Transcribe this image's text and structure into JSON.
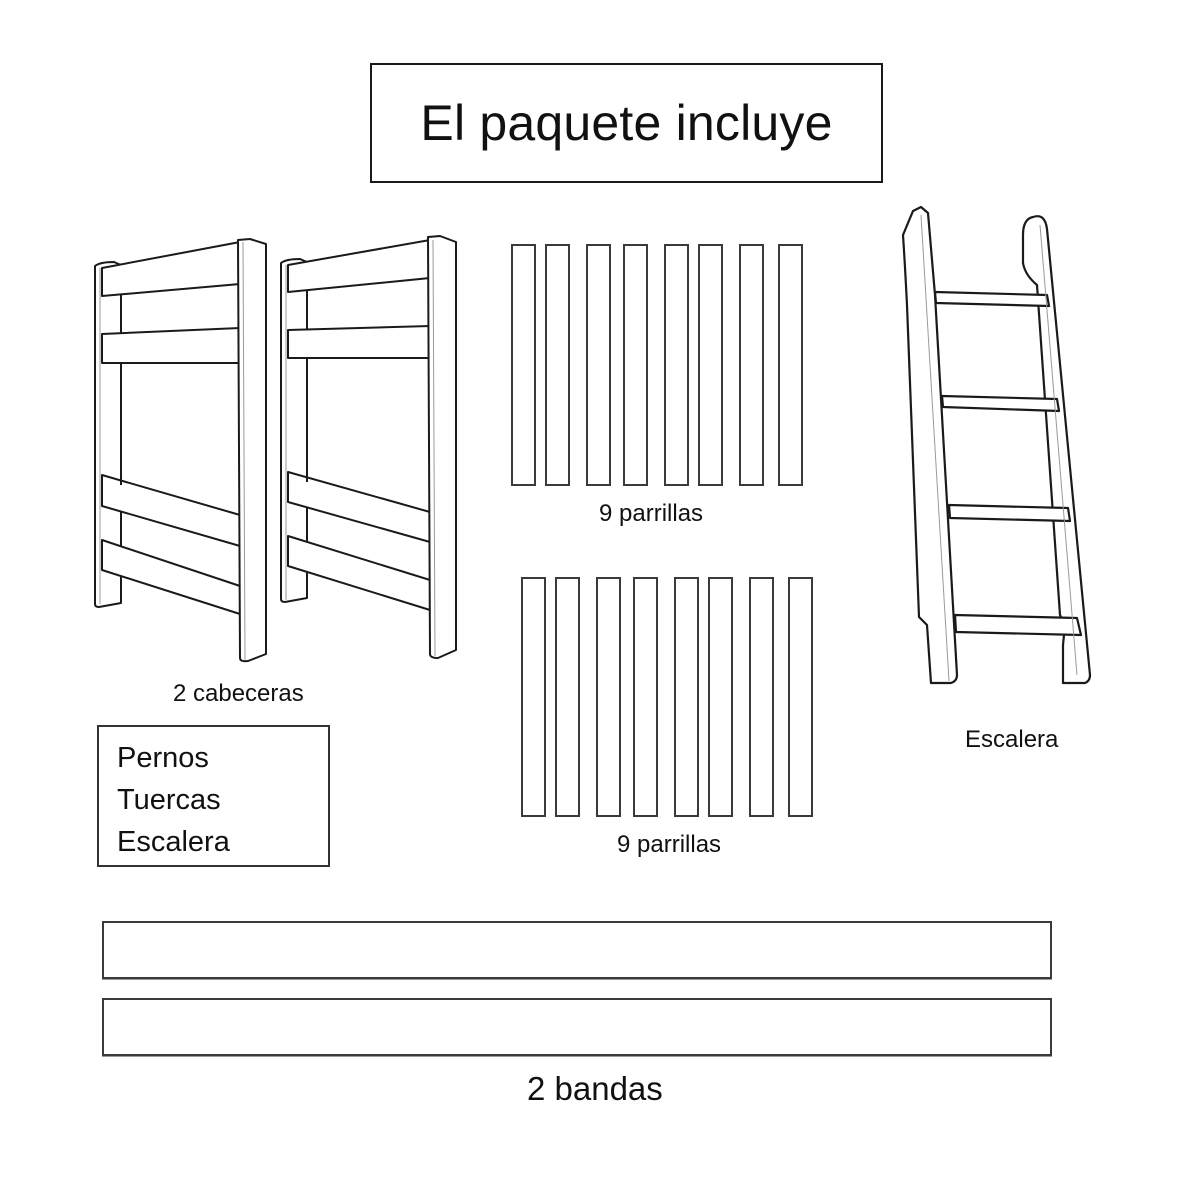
{
  "title": "El paquete incluye",
  "headboards": {
    "label": "2 cabeceras",
    "count": 2,
    "icon": "headboard-icon"
  },
  "slats_top": {
    "label": "9 parrillas",
    "count_drawn": 8,
    "icon": "slat-icon"
  },
  "slats_bottom": {
    "label": "9 parrillas",
    "count_drawn": 8,
    "icon": "slat-icon"
  },
  "ladder": {
    "label": "Escalera",
    "rungs": 4,
    "icon": "ladder-icon"
  },
  "hardware": {
    "items": [
      "Pernos",
      "Tuercas",
      "Escalera"
    ]
  },
  "bands": {
    "label": "2 bandas",
    "count": 2,
    "icon": "band-icon"
  },
  "colors": {
    "background": "#ffffff",
    "line": "#1a1a1a",
    "text": "#111111"
  }
}
